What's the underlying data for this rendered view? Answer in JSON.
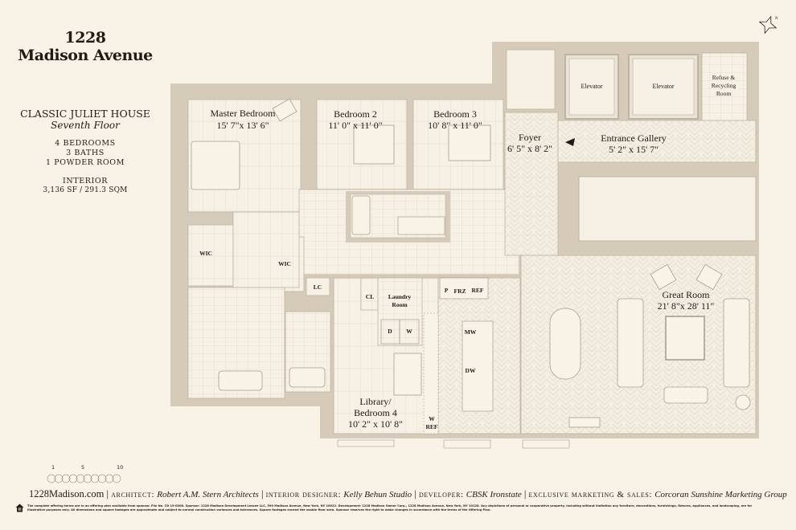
{
  "brand": {
    "line1": "1228",
    "line2": "Madison Avenue"
  },
  "unit": {
    "name": "CLASSIC JULIET HOUSE",
    "floor": "Seventh Floor",
    "bedrooms": "4 BEDROOMS",
    "baths": "3 BATHS",
    "powder": "1 POWDER ROOM",
    "interior_label": "INTERIOR",
    "interior_area": "3,136 SF / 291.3 SQM"
  },
  "compass": {
    "label": "N"
  },
  "rooms": {
    "master": {
      "name": "Master Bedroom",
      "dims": "15' 7\"x 13' 6\""
    },
    "bed2": {
      "name": "Bedroom 2",
      "dims": "11' 0\" x 11' 0\""
    },
    "bed3": {
      "name": "Bedroom 3",
      "dims": "10' 8\" x 11' 0\""
    },
    "foyer": {
      "name": "Foyer",
      "dims": "6' 5\" x 8' 2\""
    },
    "gallery": {
      "name": "Entrance Gallery",
      "dims": "5' 2\" x 15' 7\""
    },
    "elevator1": {
      "name": "Elevator"
    },
    "elevator2": {
      "name": "Elevator"
    },
    "refuse": {
      "line1": "Refuse &",
      "line2": "Recycling",
      "line3": "Room"
    },
    "wic1": {
      "name": "WIC"
    },
    "wic2": {
      "name": "WIC"
    },
    "lc": {
      "name": "LC"
    },
    "cl": {
      "name": "CL"
    },
    "laundry": {
      "line1": "Laundry",
      "line2": "Room"
    },
    "dryer": {
      "name": "D"
    },
    "washer": {
      "name": "W"
    },
    "library": {
      "line1": "Library/",
      "line2": "Bedroom 4",
      "dims": "10' 2\" x 10' 8\""
    },
    "great": {
      "name": "Great Room",
      "dims": "21' 8\"x 28' 11\""
    }
  },
  "appliances": {
    "p": "P",
    "frz": "FRZ",
    "ref": "REF",
    "mw": "MW",
    "dw": "DW",
    "wref1": "W",
    "wref2": "REF"
  },
  "scale": {
    "t1": "1",
    "t5": "5",
    "t10": "10"
  },
  "footer": {
    "site": "1228Madison.com",
    "architect_k": "ARCHITECT:",
    "architect_v": "Robert A.M. Stern Architects",
    "designer_k": "INTERIOR DESIGNER:",
    "designer_v": "Kelly Behun Studio",
    "developer_k": "DEVELOPER:",
    "developer_v": "CBSK Ironstate",
    "marketing_k": "EXCLUSIVE MARKETING & SALES:",
    "marketing_v": "Corcoran Sunshine Marketing Group",
    "disclaimer": "The complete offering terms are in an offering plan available from sponsor. File No. CD 19-0008. Sponsor: 1228 Madison Development Lessee LLC, 590 Madison Avenue, New York, NY 10022. Development: 1228 Madison Owner Corp., 1228 Madison Avenue, New York, NY 10128. Any depictions of personal or cooperative property, including without limitation any furniture, decorations, furnishings, fixtures, appliances, and landscaping, are for illustrative purposes only. All dimensions and square footages are approximate and subject to normal construction variances and tolerances. Square footages exceed the usable floor area. Sponsor reserves the right to make changes in accordance with the terms of the Offering Plan."
  },
  "colors": {
    "background": "#f8f2e7",
    "wall": "#d6cbb9",
    "floor": "#f6f0e5",
    "line": "#bfb4a3"
  }
}
